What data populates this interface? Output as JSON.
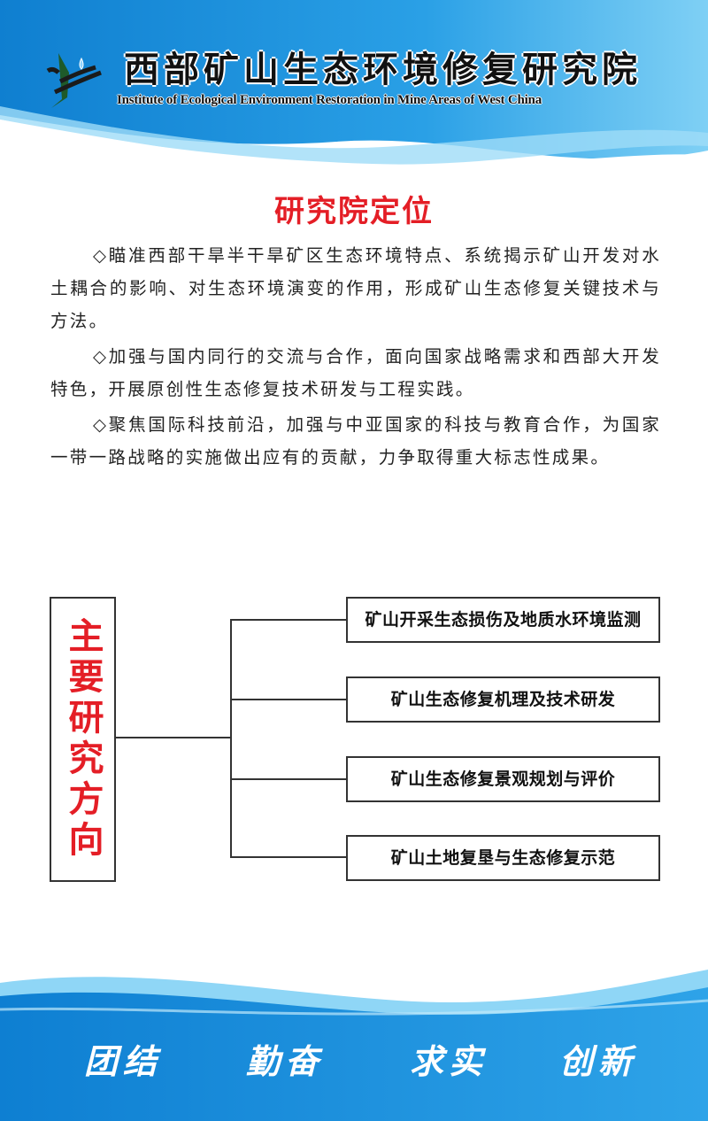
{
  "header": {
    "title_cn": "西部矿山生态环境修复研究院",
    "title_en": "Institute of Ecological Environment Restoration in Mine Areas of West China"
  },
  "positioning": {
    "title": "研究院定位",
    "paragraphs": [
      "◇瞄准西部干旱半干旱矿区生态环境特点、系统揭示矿山开发对水土耦合的影响、对生态环境演变的作用，形成矿山生态修复关键技术与方法。",
      "◇加强与国内同行的交流与合作，面向国家战略需求和西部大开发特色，开展原创性生态修复技术研发与工程实践。",
      "◇聚焦国际科技前沿，加强与中亚国家的科技与教育合作，为国家一带一路战略的实施做出应有的贡献，力争取得重大标志性成果。"
    ]
  },
  "directions": {
    "title": "主要研究方向",
    "items": [
      "矿山开采生态损伤及地质水环境监测",
      "矿山生态修复机理及技术研发",
      "矿山生态修复景观规划与评价",
      "矿山土地复垦与生态修复示范"
    ]
  },
  "footer": {
    "slogans": [
      "团结",
      "勤奋",
      "求实",
      "创新"
    ]
  },
  "colors": {
    "accent": "#e41e26",
    "blue": "#1a8fd8"
  }
}
